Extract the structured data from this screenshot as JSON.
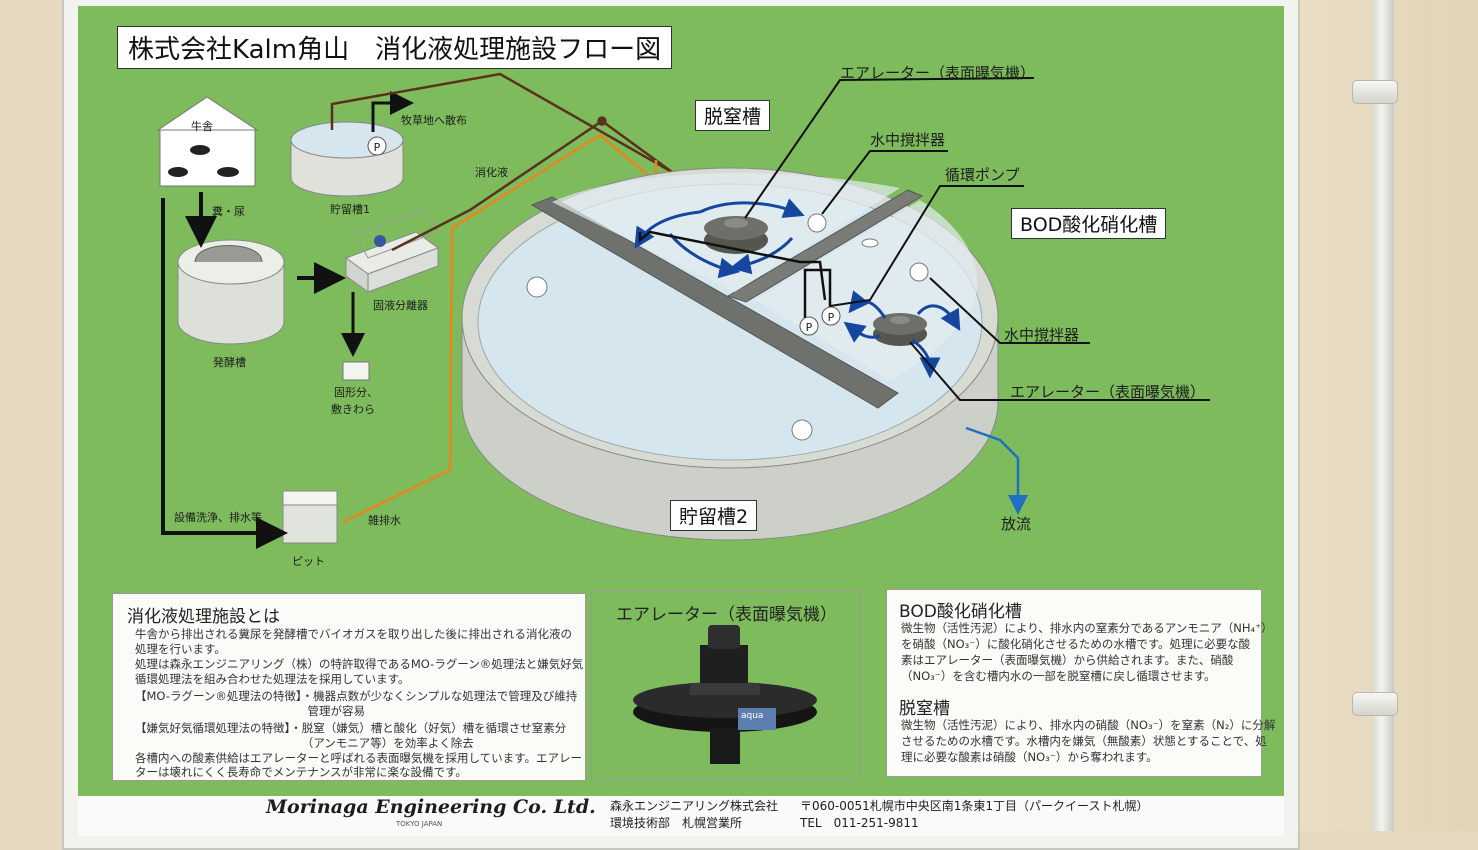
{
  "title": "株式会社Kalm角山　消化液処理施設フロー図",
  "diagram": {
    "cowshed": "牛舎",
    "manure": "糞・尿",
    "fermenter": "発酵槽",
    "storage1": "貯留槽1",
    "pasture": "牧草地へ散布",
    "digestate": "消化液",
    "separator": "固液分離器",
    "solids": [
      "固形分、",
      "敷きわら"
    ],
    "wash": "設備洗浄、排水等",
    "pit": "ピット",
    "misc_drain": "雑排水",
    "storage2": "貯留槽2",
    "denitrif_tank": "脱窒槽",
    "bod_tank": "BOD酸化硝化槽",
    "aerator_top": "エアレーター（表面曝気機）",
    "mixer_top": "水中撹拌器",
    "circ_pump": "循環ポンプ",
    "mixer_right": "水中撹拌器",
    "aerator_right": "エアレーター（表面曝気機）",
    "discharge": "放流",
    "pump_symbol": "P"
  },
  "panels": {
    "about": {
      "heading": "消化液処理施設とは",
      "lines": [
        "牛舎から排出される糞尿を発酵槽でバイオガスを取り出した後に排出される消化液の",
        "処理を行います。",
        "処理は森永エンジニアリング（株）の特許取得であるMO-ラグーン®処理法と嫌気好気",
        "循環処理法を組み合わせた処理法を採用しています。",
        "【MO-ラグーン®処理法の特徴】・機器点数が少なくシンプルな処理法で管理及び維持",
        "　　　　　　　　　　　　　　　管理が容易",
        "【嫌気好気循環処理法の特徴】・脱窒（嫌気）槽と酸化（好気）槽を循環させ窒素分",
        "　　　　　　　　　　　　　　　（アンモニア等）を効率よく除去",
        "各槽内への酸素供給はエアレーターと呼ばれる表面曝気機を採用しています。エアレー",
        "ターは壊れにくく長寿命でメンテナンスが非常に楽な設備です。"
      ]
    },
    "aerator": {
      "heading": "エアレーター（表面曝気機）",
      "badge": "aqua"
    },
    "bod": {
      "heading1": "BOD酸化硝化槽",
      "lines1": [
        "微生物（活性汚泥）により、排水内の窒素分であるアンモニア（NH₄⁺）",
        "を硝酸（NO₃⁻）に酸化硝化させるための水槽です。処理に必要な酸",
        "素はエアレーター（表面曝気機）から供給されます。また、硝酸",
        "（NO₃⁻）を含む槽内水の一部を脱窒槽に戻し循環させます。"
      ],
      "heading2": "脱窒槽",
      "lines2": [
        "微生物（活性汚泥）により、排水内の硝酸（NO₃⁻）を窒素（N₂）に分解",
        "させるための水槽です。水槽内を嫌気（無酸素）状態とすることで、処",
        "理に必要な酸素は硝酸（NO₃⁻）から奪われます。"
      ]
    }
  },
  "footer": {
    "logo": "Morinaga Engineering Co. Ltd.",
    "logo_sub": "TOKYO  JAPAN",
    "company": "森永エンジニアリング株式会社",
    "dept": "環境技術部　札幌営業所",
    "address": "〒060-0051札幌市中央区南1条東1丁目（パークイースト札幌）",
    "tel": "TEL　011-251-9811"
  }
}
